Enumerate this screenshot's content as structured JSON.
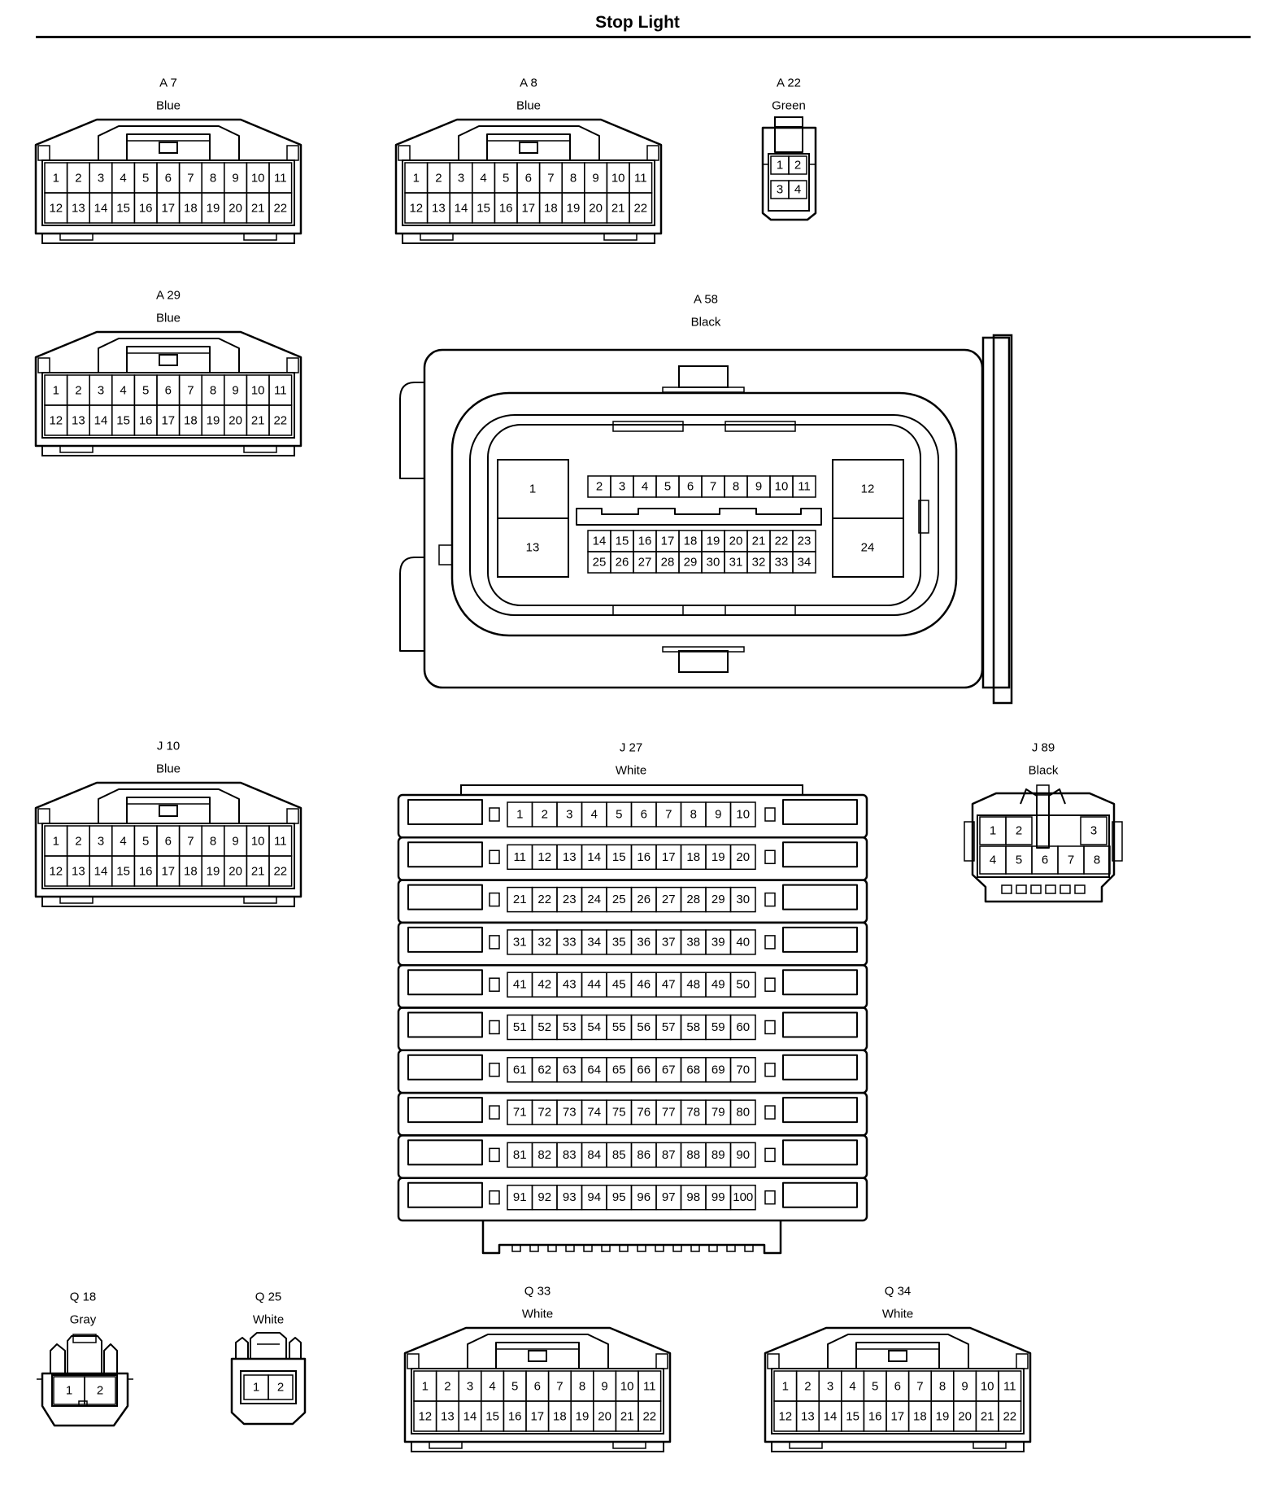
{
  "title": "Stop Light",
  "connectors": [
    {
      "id": "A 7",
      "color": "Blue",
      "type": "22-pin",
      "top_pins": [
        "1",
        "2",
        "3",
        "4",
        "5",
        "6",
        "7",
        "8",
        "9",
        "10",
        "11"
      ],
      "bottom_pins": [
        "12",
        "13",
        "14",
        "15",
        "16",
        "17",
        "18",
        "19",
        "20",
        "21",
        "22"
      ]
    },
    {
      "id": "A 8",
      "color": "Blue",
      "type": "22-pin",
      "top_pins": [
        "1",
        "2",
        "3",
        "4",
        "5",
        "6",
        "7",
        "8",
        "9",
        "10",
        "11"
      ],
      "bottom_pins": [
        "12",
        "13",
        "14",
        "15",
        "16",
        "17",
        "18",
        "19",
        "20",
        "21",
        "22"
      ]
    },
    {
      "id": "A 22",
      "color": "Green",
      "type": "4-pin",
      "pins": [
        "1",
        "2",
        "3",
        "4"
      ]
    },
    {
      "id": "A 29",
      "color": "Blue",
      "type": "22-pin",
      "top_pins": [
        "1",
        "2",
        "3",
        "4",
        "5",
        "6",
        "7",
        "8",
        "9",
        "10",
        "11"
      ],
      "bottom_pins": [
        "12",
        "13",
        "14",
        "15",
        "16",
        "17",
        "18",
        "19",
        "20",
        "21",
        "22"
      ]
    },
    {
      "id": "A 58",
      "color": "Black",
      "type": "34-pin",
      "large_pins_left": [
        "1",
        "13"
      ],
      "large_pins_right": [
        "12",
        "24"
      ],
      "row_top": [
        "2",
        "3",
        "4",
        "5",
        "6",
        "7",
        "8",
        "9",
        "10",
        "11"
      ],
      "row_mid": [
        "14",
        "15",
        "16",
        "17",
        "18",
        "19",
        "20",
        "21",
        "22",
        "23"
      ],
      "row_bot": [
        "25",
        "26",
        "27",
        "28",
        "29",
        "30",
        "31",
        "32",
        "33",
        "34"
      ]
    },
    {
      "id": "J 10",
      "color": "Blue",
      "type": "22-pin",
      "top_pins": [
        "1",
        "2",
        "3",
        "4",
        "5",
        "6",
        "7",
        "8",
        "9",
        "10",
        "11"
      ],
      "bottom_pins": [
        "12",
        "13",
        "14",
        "15",
        "16",
        "17",
        "18",
        "19",
        "20",
        "21",
        "22"
      ]
    },
    {
      "id": "J 27",
      "color": "White",
      "type": "100-pin",
      "rows": [
        [
          "1",
          "2",
          "3",
          "4",
          "5",
          "6",
          "7",
          "8",
          "9",
          "10"
        ],
        [
          "11",
          "12",
          "13",
          "14",
          "15",
          "16",
          "17",
          "18",
          "19",
          "20"
        ],
        [
          "21",
          "22",
          "23",
          "24",
          "25",
          "26",
          "27",
          "28",
          "29",
          "30"
        ],
        [
          "31",
          "32",
          "33",
          "34",
          "35",
          "36",
          "37",
          "38",
          "39",
          "40"
        ],
        [
          "41",
          "42",
          "43",
          "44",
          "45",
          "46",
          "47",
          "48",
          "49",
          "50"
        ],
        [
          "51",
          "52",
          "53",
          "54",
          "55",
          "56",
          "57",
          "58",
          "59",
          "60"
        ],
        [
          "61",
          "62",
          "63",
          "64",
          "65",
          "66",
          "67",
          "68",
          "69",
          "70"
        ],
        [
          "71",
          "72",
          "73",
          "74",
          "75",
          "76",
          "77",
          "78",
          "79",
          "80"
        ],
        [
          "81",
          "82",
          "83",
          "84",
          "85",
          "86",
          "87",
          "88",
          "89",
          "90"
        ],
        [
          "91",
          "92",
          "93",
          "94",
          "95",
          "96",
          "97",
          "98",
          "99",
          "100"
        ]
      ]
    },
    {
      "id": "J 89",
      "color": "Black",
      "type": "8-pin",
      "top_pins": [
        "1",
        "2",
        "3"
      ],
      "bottom_pins": [
        "4",
        "5",
        "6",
        "7",
        "8"
      ]
    },
    {
      "id": "Q 18",
      "color": "Gray",
      "type": "2-pin",
      "pins": [
        "1",
        "2"
      ]
    },
    {
      "id": "Q 25",
      "color": "White",
      "type": "2-pin",
      "pins": [
        "1",
        "2"
      ]
    },
    {
      "id": "Q 33",
      "color": "White",
      "type": "22-pin",
      "top_pins": [
        "1",
        "2",
        "3",
        "4",
        "5",
        "6",
        "7",
        "8",
        "9",
        "10",
        "11"
      ],
      "bottom_pins": [
        "12",
        "13",
        "14",
        "15",
        "16",
        "17",
        "18",
        "19",
        "20",
        "21",
        "22"
      ]
    },
    {
      "id": "Q 34",
      "color": "White",
      "type": "22-pin",
      "top_pins": [
        "1",
        "2",
        "3",
        "4",
        "5",
        "6",
        "7",
        "8",
        "9",
        "10",
        "11"
      ],
      "bottom_pins": [
        "12",
        "13",
        "14",
        "15",
        "16",
        "17",
        "18",
        "19",
        "20",
        "21",
        "22"
      ]
    }
  ]
}
